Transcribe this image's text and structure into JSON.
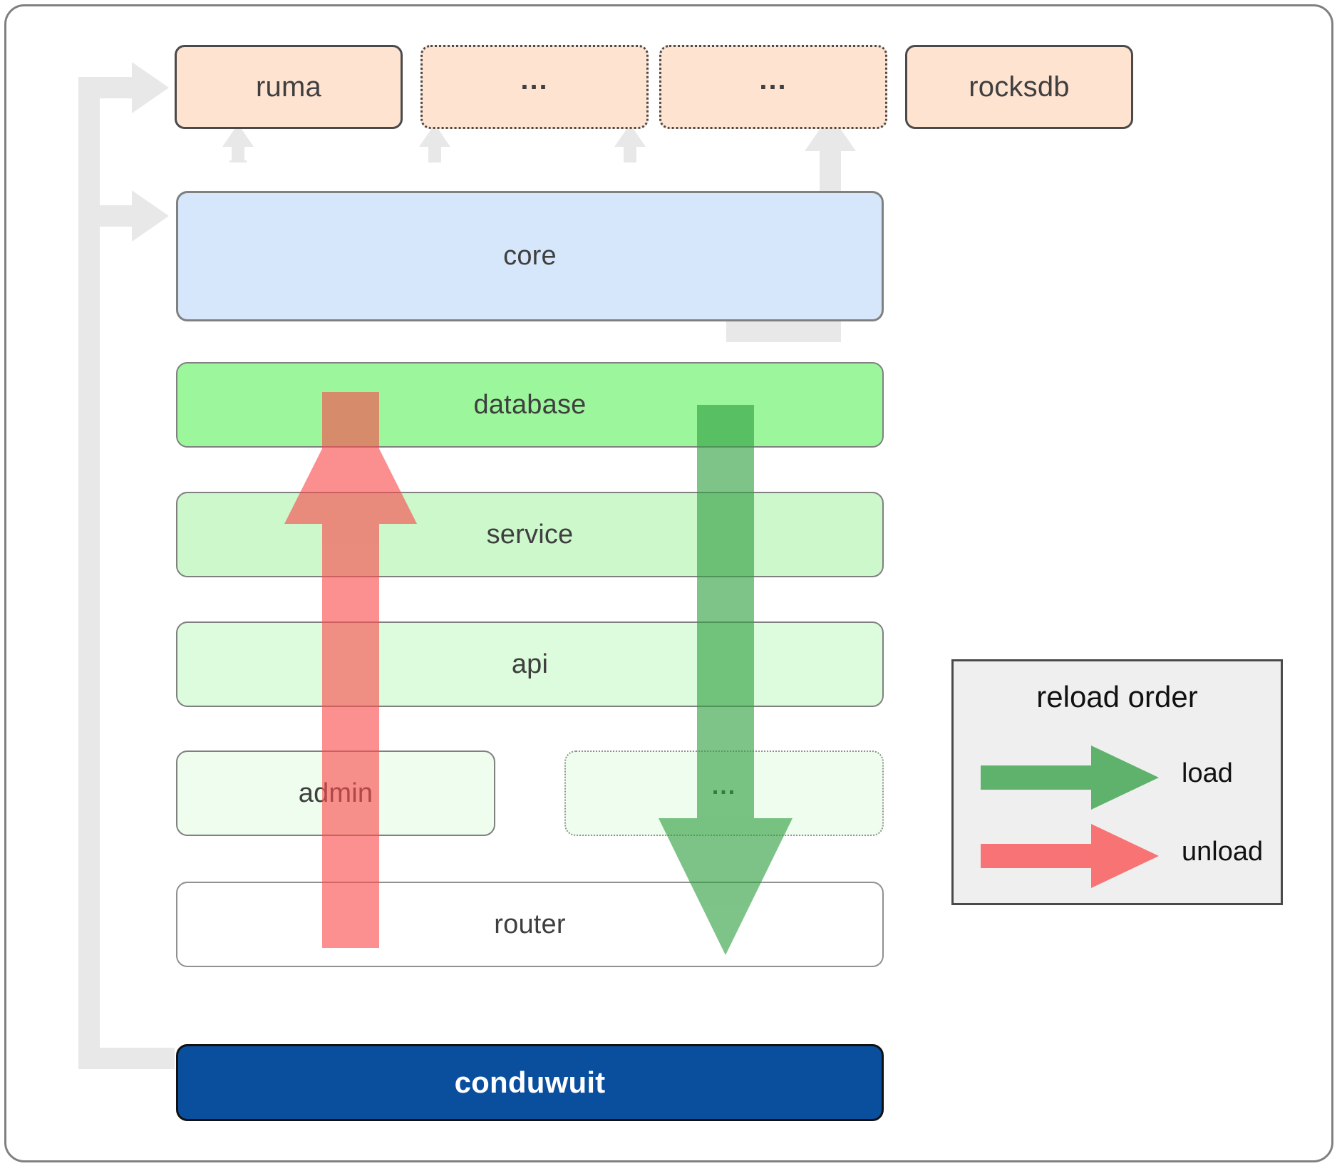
{
  "diagram": {
    "title": "conduwuit crate architecture and reload order",
    "external_crates": [
      {
        "id": "ruma",
        "label": "ruma",
        "style": "solid"
      },
      {
        "id": "ext1",
        "label": "...",
        "style": "dotted"
      },
      {
        "id": "ext2",
        "label": "...",
        "style": "dotted"
      },
      {
        "id": "rocksdb",
        "label": "rocksdb",
        "style": "solid"
      }
    ],
    "layers": [
      {
        "id": "core",
        "label": "core",
        "color": "#d7e7fb"
      },
      {
        "id": "database",
        "label": "database",
        "color": "#9cf79c"
      },
      {
        "id": "service",
        "label": "service",
        "color": "#ccf8cc"
      },
      {
        "id": "api",
        "label": "api",
        "color": "#ddfbdd"
      },
      {
        "id": "admin",
        "label": "admin",
        "color": "#effdef"
      },
      {
        "id": "etc",
        "label": "...",
        "color": "#effdef"
      },
      {
        "id": "router",
        "label": "router",
        "color": "#ffffff"
      }
    ],
    "application": {
      "id": "conduwuit",
      "label": "conduwuit",
      "color": "#0a4f9e"
    }
  },
  "legend": {
    "title": "reload order",
    "items": [
      {
        "id": "load",
        "label": "load",
        "color": "#5cb85c"
      },
      {
        "id": "unload",
        "label": "unload",
        "color": "#fa8082"
      }
    ]
  },
  "colors": {
    "external_fill": "#ffe3d1",
    "external_border": "#4a4a4a",
    "core_fill": "#d7e7fb",
    "database_fill": "#9cf79c",
    "service_fill": "#ccf8cc",
    "api_fill": "#ddfbdd",
    "admin_fill": "#effdef",
    "router_fill": "#ffffff",
    "app_fill": "#0a4f9e",
    "connector": "#e8e8e8",
    "load_arrow": "#5cb85c",
    "unload_arrow": "#fa8082",
    "legend_bg": "#efefef",
    "frame_border": "#808080"
  }
}
